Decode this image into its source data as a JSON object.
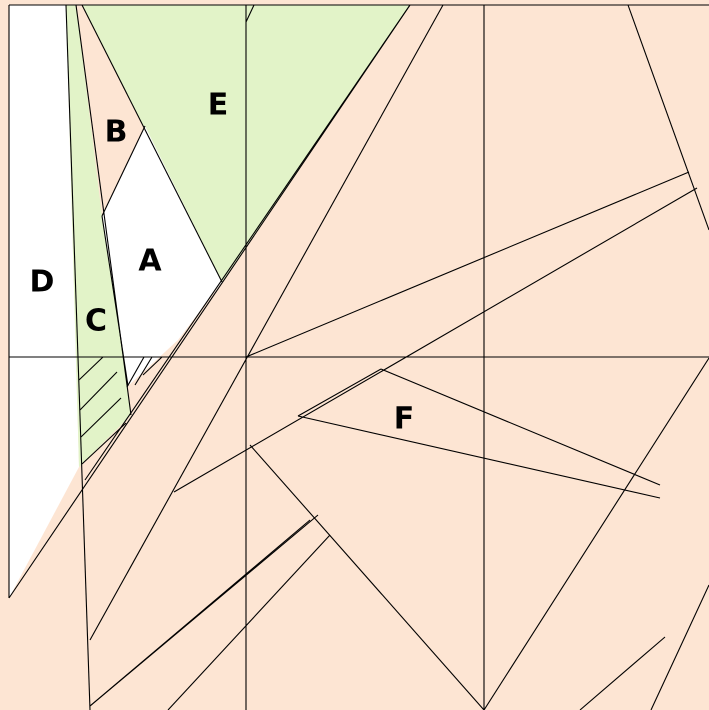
{
  "colors": {
    "background": "#ffffff",
    "peach": "#fde5d3",
    "green": "#e2f3c8",
    "white": "#ffffff",
    "line": "#000000"
  },
  "regions": [
    {
      "name": "A",
      "label": "A",
      "fill": "white"
    },
    {
      "name": "B",
      "label": "B",
      "fill": "peach"
    },
    {
      "name": "C",
      "label": "C",
      "fill": "green"
    },
    {
      "name": "D",
      "label": "D",
      "fill": "white"
    },
    {
      "name": "E",
      "label": "E",
      "fill": "green"
    },
    {
      "name": "F",
      "label": "F",
      "fill": "peach"
    }
  ]
}
